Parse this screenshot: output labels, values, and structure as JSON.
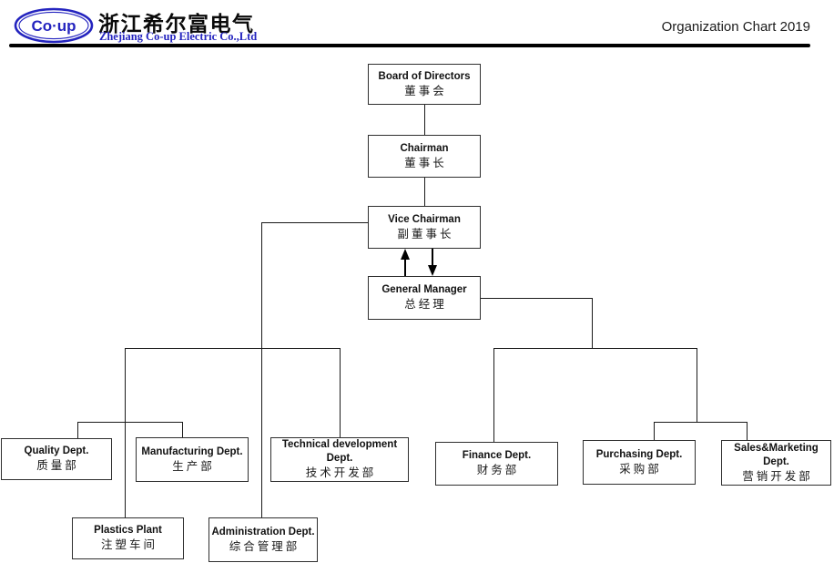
{
  "header": {
    "logo_mark": "Co·up",
    "company_cn": "浙江希尔富电气",
    "company_en": "Zhejiang Co-up Electric Co.,Ltd",
    "page_title": "Organization Chart 2019"
  },
  "colors": {
    "brand_blue": "#2424bf",
    "line": "#1a1a1a"
  },
  "nodes": {
    "board": {
      "en": "Board of Directors",
      "zh": "董事会"
    },
    "chairman": {
      "en": "Chairman",
      "zh": "董事长"
    },
    "vice_chairman": {
      "en": "Vice Chairman",
      "zh": "副董事长"
    },
    "general_manager": {
      "en": "General Manager",
      "zh": "总经理"
    },
    "quality": {
      "en": "Quality Dept.",
      "zh": "质量部"
    },
    "manufacturing": {
      "en": "Manufacturing Dept.",
      "zh": "生产部"
    },
    "technical": {
      "en": "Technical development Dept.",
      "zh": "技术开发部"
    },
    "finance": {
      "en": "Finance Dept.",
      "zh": "财务部"
    },
    "purchasing": {
      "en": "Purchasing Dept.",
      "zh": "采购部"
    },
    "sales_marketing": {
      "en": "Sales&Marketing Dept.",
      "zh": "营销开发部"
    },
    "plastics": {
      "en": "Plastics Plant",
      "zh": "注塑车间"
    },
    "administration": {
      "en": "Administration Dept.",
      "zh": "综合管理部"
    }
  }
}
